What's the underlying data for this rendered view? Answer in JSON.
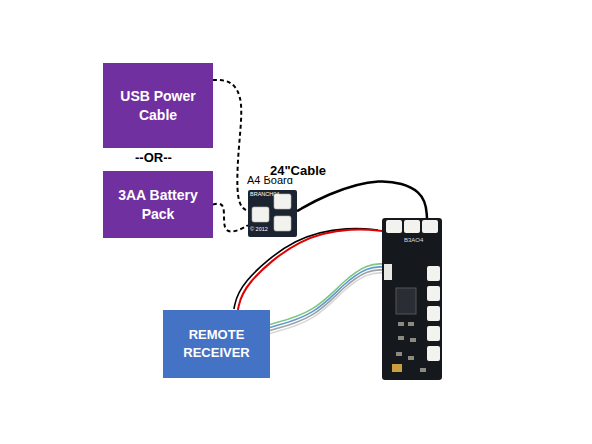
{
  "diagram": {
    "nodes": [
      {
        "text": [
          "USB Power Cable"
        ]
      },
      {
        "text": [
          "3AA Battery Pack"
        ]
      },
      {
        "text": [
          "A4 Board",
          "BRANCH04",
          "© 2012"
        ]
      },
      {
        "text": [
          "B3AO4"
        ]
      },
      {
        "text": [
          "REMOTE RECEIVER"
        ]
      }
    ],
    "edges": [
      {
        "from": 0,
        "to": 2,
        "arrow": "none"
      },
      {
        "from": 1,
        "to": 2,
        "arrow": "none"
      },
      {
        "from": 2,
        "to": 3,
        "label": "24\"Cable",
        "arrow": "none"
      },
      {
        "from": 4,
        "to": 3,
        "arrow": "none"
      },
      {
        "from": 4,
        "to": 3,
        "arrow": "none"
      }
    ],
    "labels": [
      "--OR--"
    ]
  }
}
